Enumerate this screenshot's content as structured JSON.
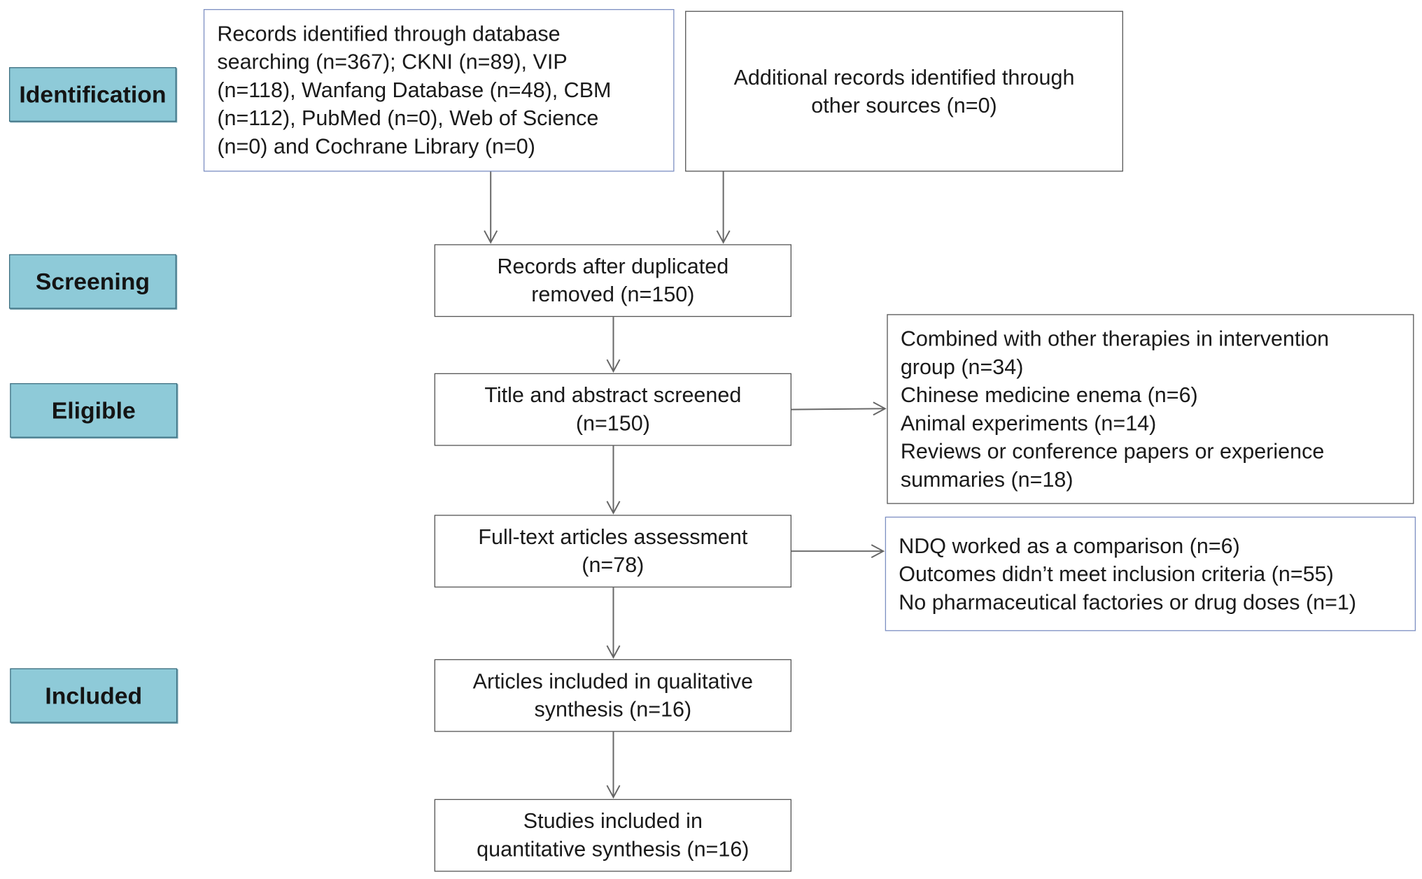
{
  "stages": {
    "identification": "Identification",
    "screening": "Screening",
    "eligible": "Eligible",
    "included": "Included"
  },
  "boxes": {
    "database_search": [
      "Records identified through database",
      "searching (n=367); CKNI (n=89), VIP",
      "(n=118), Wanfang Database (n=48), CBM",
      "(n=112), PubMed (n=0), Web of Science",
      "(n=0) and Cochrane Library (n=0)"
    ],
    "other_sources": [
      "Additional records identified through",
      "other sources (n=0)"
    ],
    "after_duplicates": [
      "Records after duplicated",
      "removed (n=150)"
    ],
    "title_abstract": [
      "Title and abstract screened",
      "(n=150)"
    ],
    "excluded_screening": [
      "Combined with other therapies in intervention",
      "group (n=34)",
      "Chinese medicine enema (n=6)",
      "Animal experiments (n=14)",
      "Reviews or conference papers or experience",
      "summaries (n=18)"
    ],
    "full_text": [
      "Full-text articles assessment",
      "(n=78)"
    ],
    "excluded_fulltext": [
      "NDQ worked as a comparison (n=6)",
      "Outcomes didn’t meet inclusion criteria (n=55)",
      "No pharmaceutical factories or drug doses (n=1)"
    ],
    "qualitative": [
      "Articles included in qualitative",
      "synthesis (n=16)"
    ],
    "quantitative": [
      "Studies included in",
      "quantitative synthesis (n=16)"
    ]
  },
  "colors": {
    "stage_fill": "#8ecad8",
    "stage_border": "#3f6f80",
    "box_border": "#555555",
    "accent_border": "#7d8fc2",
    "arrow": "#666666"
  }
}
